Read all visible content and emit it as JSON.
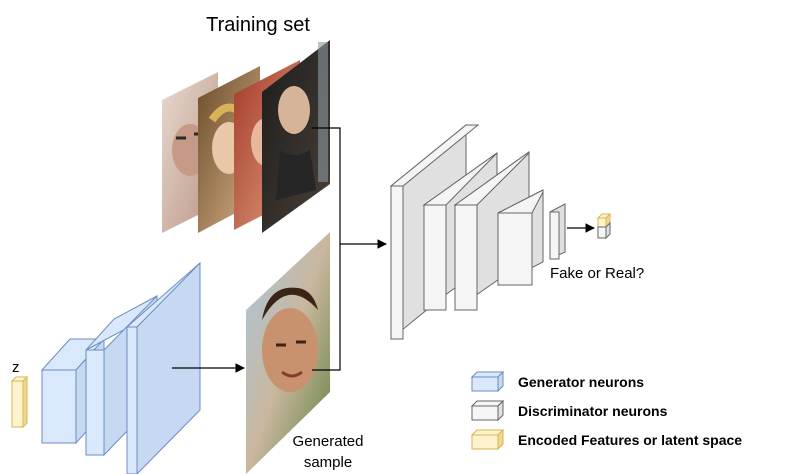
{
  "title": "Training set",
  "labels": {
    "z": "z",
    "generated_sample": [
      "Generated",
      "sample"
    ],
    "output_question": "Fake or Real?"
  },
  "legend": [
    {
      "label": "Generator neurons",
      "color": "#dae8fc",
      "stroke": "#6c8ebf"
    },
    {
      "label": "Discriminator neurons",
      "color": "#f5f5f5",
      "stroke": "#666666"
    },
    {
      "label": "Encoded Features or latent space",
      "color": "#fff2cc",
      "stroke": "#d6b656"
    }
  ],
  "colors": {
    "generator_fill": "#dae8fc",
    "generator_stroke": "#6c8ebf",
    "discriminator_fill": "#f5f5f5",
    "discriminator_stroke": "#666666",
    "latent_fill": "#fff2cc",
    "latent_stroke": "#d6b656"
  }
}
